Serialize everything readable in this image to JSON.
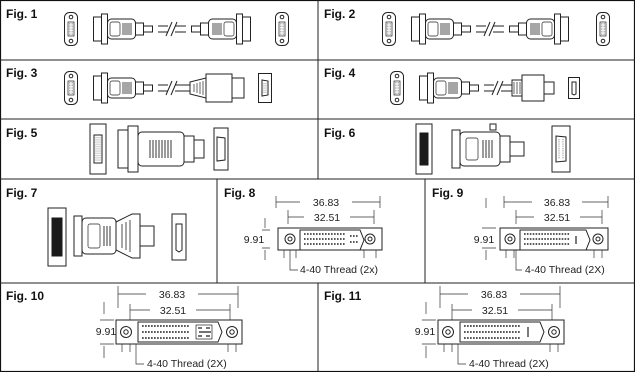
{
  "figures": [
    {
      "label": "Fig. 1"
    },
    {
      "label": "Fig. 2"
    },
    {
      "label": "Fig. 3"
    },
    {
      "label": "Fig. 4"
    },
    {
      "label": "Fig. 5"
    },
    {
      "label": "Fig. 6"
    },
    {
      "label": "Fig. 7"
    },
    {
      "label": "Fig. 8",
      "overall": "36.83",
      "inner": "32.51",
      "height": "9.91",
      "thread": "4-40 Thread (2x)"
    },
    {
      "label": "Fig. 9",
      "overall": "36.83",
      "inner": "32.51",
      "height": "9.91",
      "thread": "4-40 Thread (2X)"
    },
    {
      "label": "Fig. 10",
      "overall": "36.83",
      "inner": "32.51",
      "height": "9.91",
      "thread": "4-40 Thread (2X)"
    },
    {
      "label": "Fig. 11",
      "overall": "36.83",
      "inner": "32.51",
      "height": "9.91",
      "thread": "4-40 Thread (2X)"
    }
  ]
}
